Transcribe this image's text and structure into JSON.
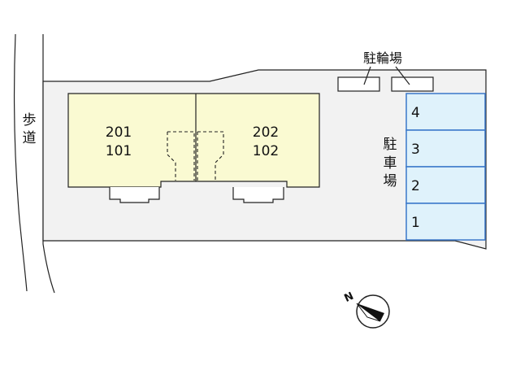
{
  "walkway": {
    "label_line1": "歩",
    "label_line2": "道"
  },
  "bicycle_parking": {
    "label": "駐輪場"
  },
  "car_parking": {
    "label_line1": "駐",
    "label_line2": "車",
    "label_line3": "場",
    "spaces": [
      "4",
      "3",
      "2",
      "1"
    ]
  },
  "units": {
    "left": {
      "upper": "201",
      "lower": "101"
    },
    "right": {
      "upper": "202",
      "lower": "102"
    }
  },
  "compass": {
    "north_label": "N"
  },
  "colors": {
    "lot": "#f2f2f2",
    "building": "#fafad2",
    "parking": "#dff2fb",
    "parking_border": "#3a78c9",
    "lines": "#222222"
  }
}
